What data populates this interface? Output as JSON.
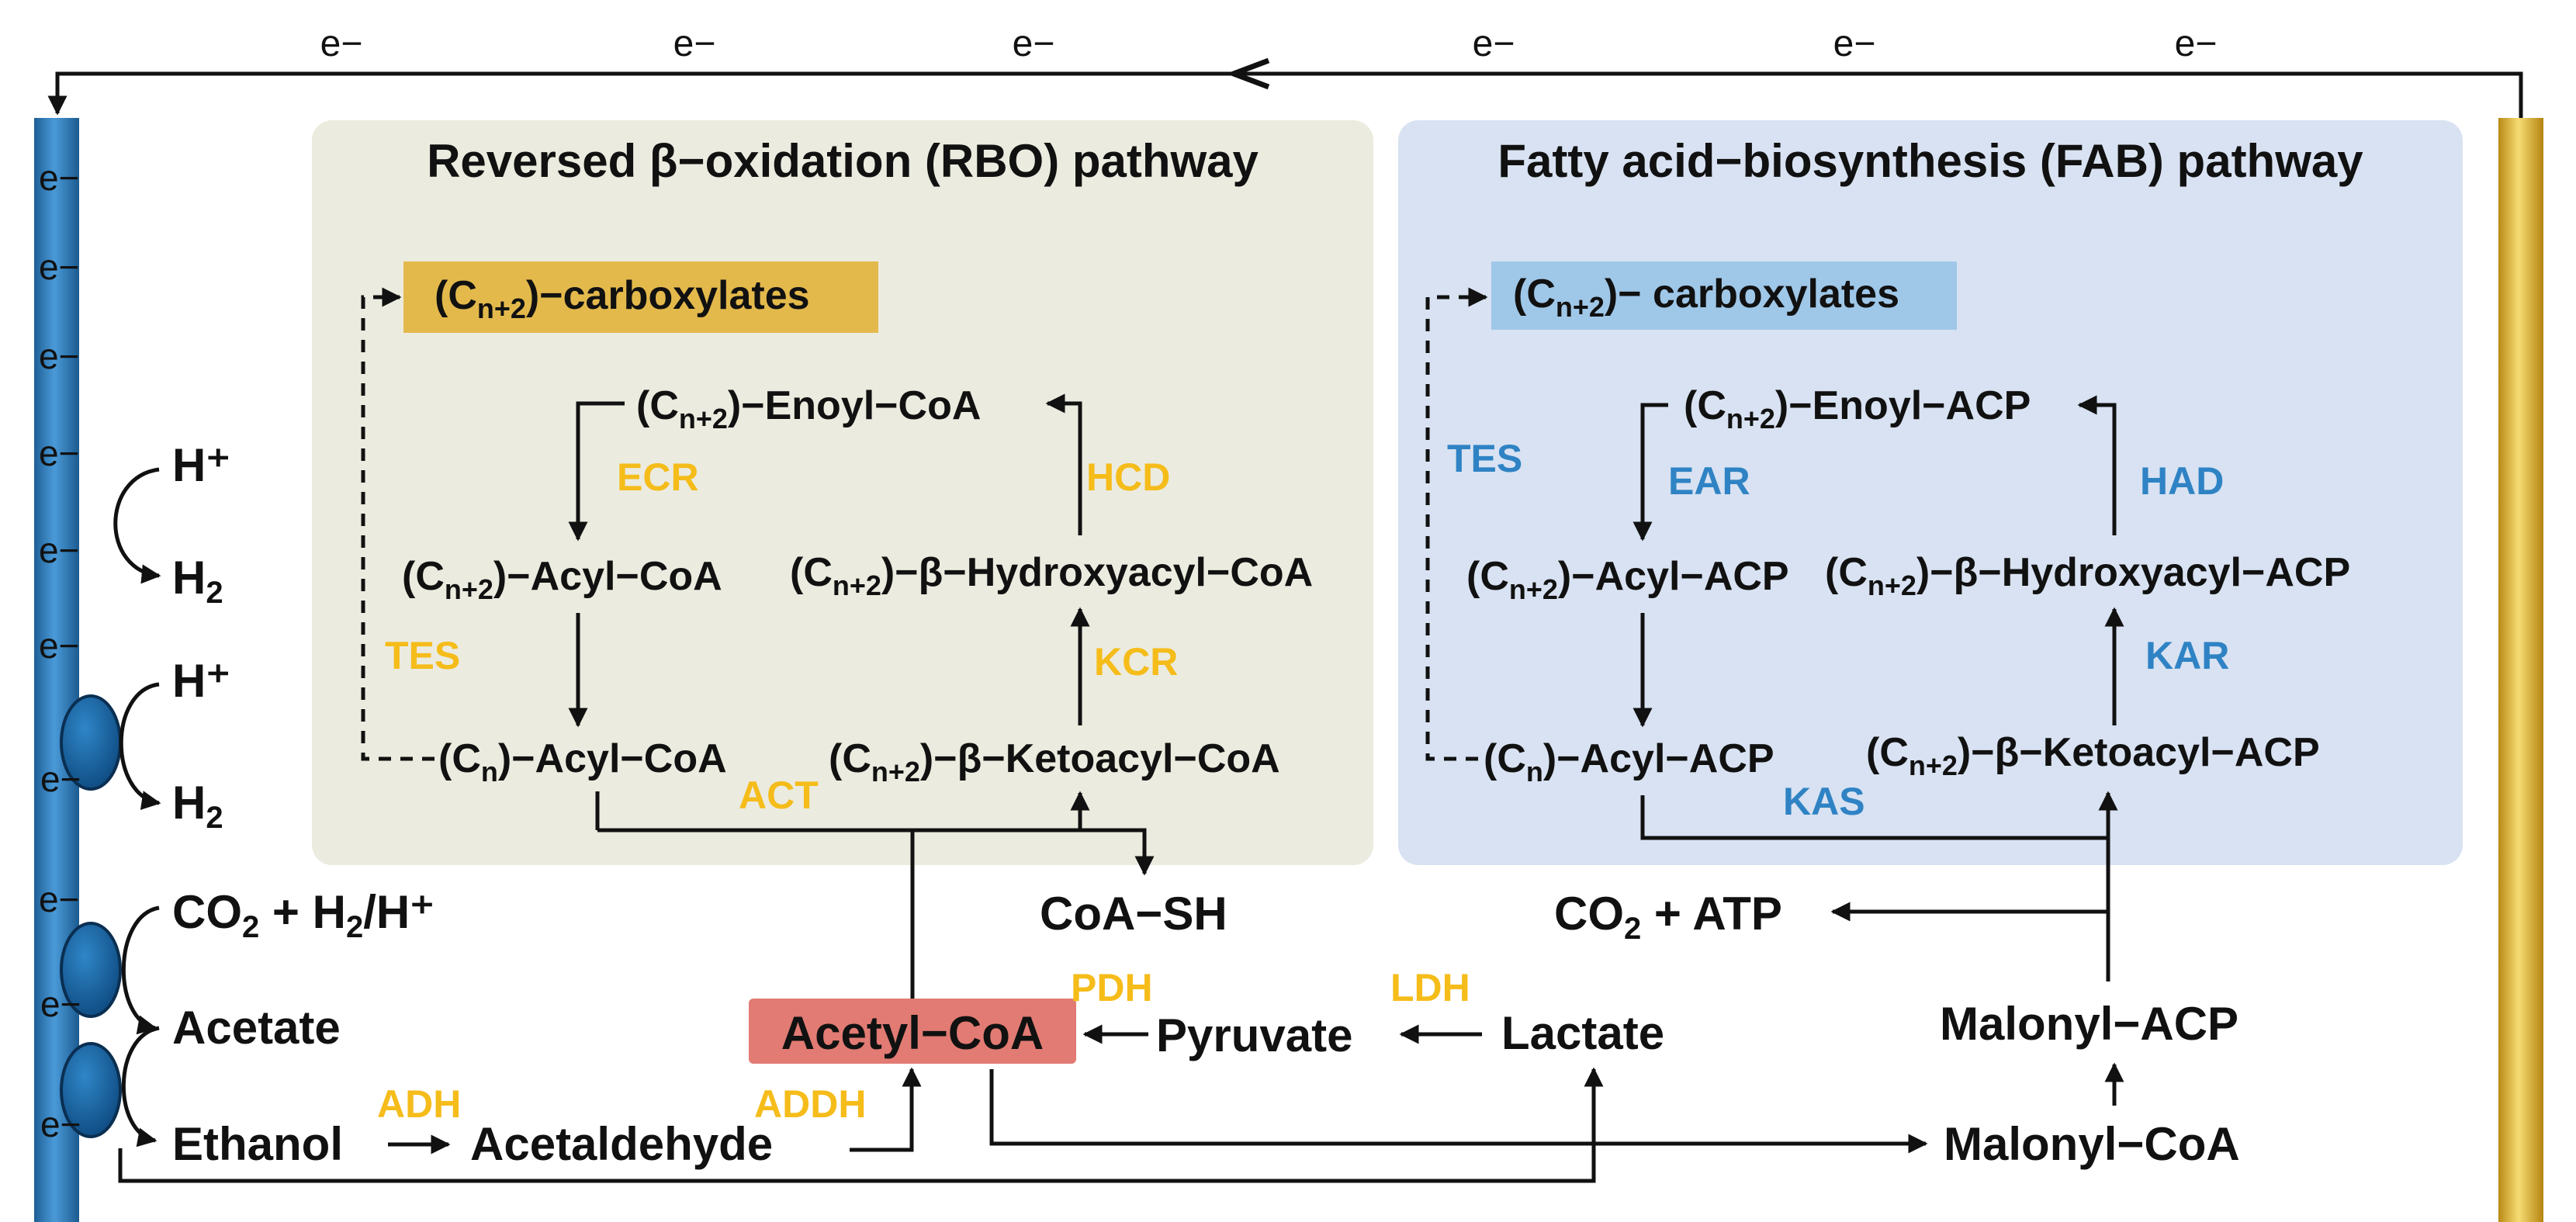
{
  "electron_label": "e−",
  "rbo": {
    "title": "Reversed β−oxidation (RBO) pathway",
    "product": {
      "pre": "(C",
      "sub": "n+2",
      "post": ")−carboxylates"
    },
    "enoyl": {
      "pre": "(C",
      "sub": "n+2",
      "post": ")−Enoyl−CoA"
    },
    "acyl_n2": {
      "pre": "(C",
      "sub": "n+2",
      "post": ")−Acyl−CoA"
    },
    "hydroxy": {
      "pre": "(C",
      "sub": "n+2",
      "post": ")−β−Hydroxyacyl−CoA"
    },
    "acyl_n": {
      "pre": "(C",
      "sub": "n",
      "post": ")−Acyl−CoA"
    },
    "keto": {
      "pre": "(C",
      "sub": "n+2",
      "post": ")−β−Ketoacyl−CoA"
    },
    "enzymes": {
      "ecr": "ECR",
      "hcd": "HCD",
      "tes": "TES",
      "kcr": "KCR",
      "act": "ACT"
    }
  },
  "fab": {
    "title": "Fatty acid−biosynthesis (FAB) pathway",
    "product": {
      "pre": "(C",
      "sub": "n+2",
      "post": ")− carboxylates"
    },
    "enoyl": {
      "pre": "(C",
      "sub": "n+2",
      "post": ")−Enoyl−ACP"
    },
    "acyl_n2": {
      "pre": "(C",
      "sub": "n+2",
      "post": ")−Acyl−ACP"
    },
    "hydroxy": {
      "pre": "(C",
      "sub": "n+2",
      "post": ")−β−Hydroxyacyl−ACP"
    },
    "acyl_n": {
      "pre": "(C",
      "sub": "n",
      "post": ")−Acyl−ACP"
    },
    "keto": {
      "pre": "(C",
      "sub": "n+2",
      "post": ")−β−Ketoacyl−ACP"
    },
    "enzymes": {
      "tes": "TES",
      "ear": "EAR",
      "had": "HAD",
      "kar": "KAR",
      "kas": "KAS"
    }
  },
  "left": {
    "h_plus": "H⁺",
    "h2": {
      "pre": "H",
      "sub": "2"
    },
    "co2_h2": {
      "a": "CO",
      "b": "2",
      "c": " + H",
      "d": "2",
      "e": "/H⁺"
    },
    "acetate": "Acetate",
    "ethanol": "Ethanol",
    "acetaldehyde": "Acetaldehyde"
  },
  "center": {
    "coa_sh": "CoA−SH",
    "acetyl_coa": "Acetyl−CoA",
    "pyruvate": "Pyruvate",
    "lactate": "Lactate",
    "co2_atp": {
      "a": "CO",
      "b": "2",
      "c": " + ATP"
    },
    "malonyl_acp": "Malonyl−ACP",
    "malonyl_coa": "Malonyl−CoA",
    "enzymes": {
      "adh": "ADH",
      "addh": "ADDH",
      "pdh": "PDH",
      "ldh": "LDH"
    }
  },
  "colors": {
    "rbo_panel": "#ebebdf",
    "fab_panel": "#d8e2f2",
    "rbo_product_box": "#e4b94c",
    "fab_product_box": "#9fc7e8",
    "acetyl_box": "#e17b73",
    "enzyme_yellow": "#f5bc1a",
    "enzyme_blue": "#2f83c4",
    "cathode": "#2f7fc0",
    "anode": "#e2b73f"
  }
}
